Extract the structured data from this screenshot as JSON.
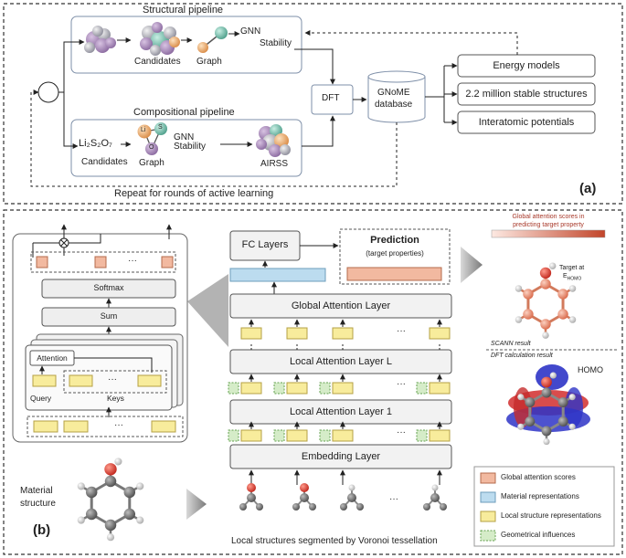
{
  "panel_a": {
    "structural_title": "Structural pipeline",
    "structural_candidates": "Candidates",
    "structural_graph": "Graph",
    "structural_gnn": "GNN",
    "structural_stability": "Stability",
    "dft": "DFT",
    "gnome_line1": "GNoME",
    "gnome_line2": "database",
    "outputs": [
      "Energy models",
      "2.2 million stable structures",
      "Interatomic potentials"
    ],
    "compositional_title": "Compositional pipeline",
    "formula": "Li₂S₂O₇",
    "compositional_candidates": "Candidates",
    "compositional_graph": "Graph",
    "compositional_gnn": "GNN",
    "compositional_stability": "Stability",
    "airss": "AIRSS",
    "graph_atoms": [
      "Li",
      "S",
      "O"
    ],
    "loop_caption": "Repeat for rounds of active learning",
    "label": "(a)"
  },
  "panel_b": {
    "softmax": "Softmax",
    "sum": "Sum",
    "attention": "Attention",
    "query": "Query",
    "keys": "Keys",
    "ellipsis": "···",
    "fc_layers": "FC Layers",
    "prediction": "Prediction",
    "prediction_sub": "(target properties)",
    "global_attention": "Global Attention Layer",
    "local_attention_l": "Local Attention Layer L",
    "local_attention_1": "Local Attention Layer 1",
    "embedding": "Embedding Layer",
    "material_structure_line1": "Material",
    "material_structure_line2": "structure",
    "voronoi_caption": "Local structures segmented by Voronoi tessellation",
    "scores_title_line1": "Global attention scores in",
    "scores_title_line2": "predicting target property",
    "target_line1": "Target at",
    "target_line2": "E",
    "target_sub": "HOMO",
    "scann_result": "SCANN result",
    "dft_result": "DFT calculation result",
    "homo": "HOMO",
    "legend": [
      {
        "label": "Global attention scores",
        "color": "#f2b9a0"
      },
      {
        "label": "Material representations",
        "color": "#bcdcef"
      },
      {
        "label": "Local structure representations",
        "color": "#f8ec9c"
      },
      {
        "label": "Geometrical influences",
        "color": "#d5ecc8"
      }
    ],
    "label": "(b)"
  }
}
